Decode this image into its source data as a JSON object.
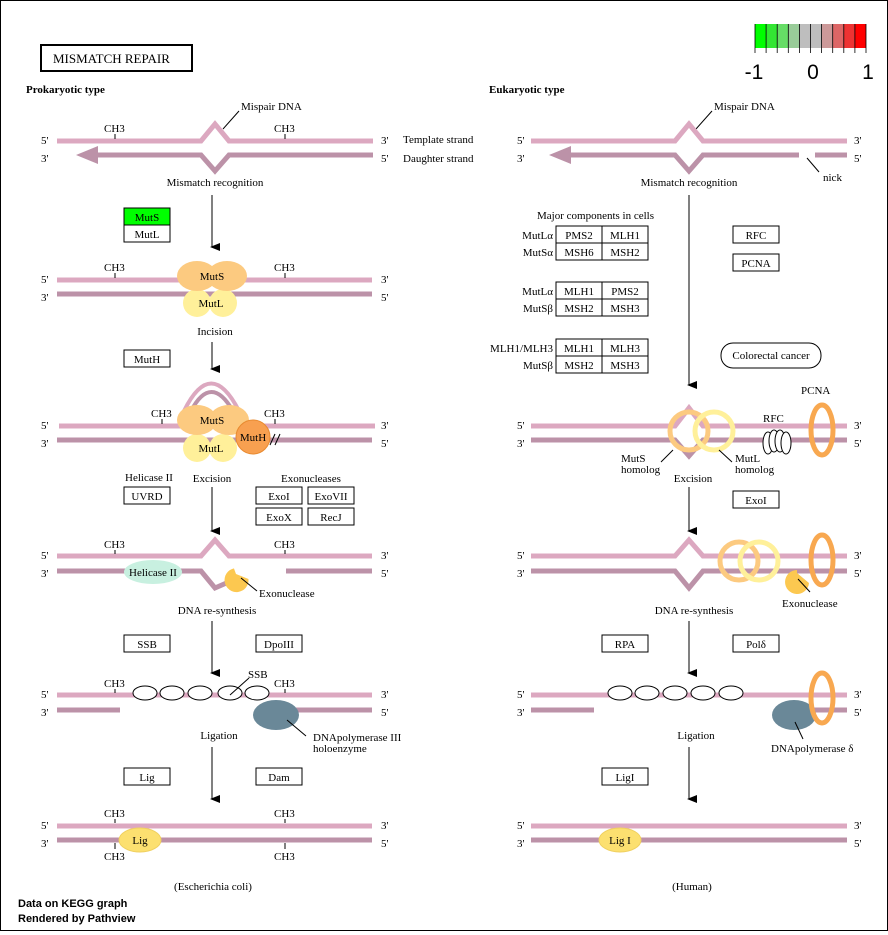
{
  "title": "MISMATCH  REPAIR",
  "legend": {
    "min_label": "-1",
    "mid_label": "0",
    "max_label": "1",
    "colors": [
      "#00ff00",
      "#33e633",
      "#66dd66",
      "#99cc99",
      "#bebebe",
      "#bebebe",
      "#cc9999",
      "#dd6666",
      "#ee3333",
      "#ff0000"
    ]
  },
  "colors": {
    "template_strand": "#dca8c0",
    "daughter_strand": "#bc92a8",
    "muts_protein": "#fcca80",
    "mutl_protein": "#fff09a",
    "muth_protein": "#f8a050",
    "helicase": "#c8f0e0",
    "exonuclease": "#fcc850",
    "polymerase": "#6a8898",
    "ligase": "#fce070",
    "pcna_ring": "#f8a850",
    "gene_up": "#00ff00"
  },
  "footer": {
    "line1": "Data on KEGG graph",
    "line2": "Rendered by Pathview"
  },
  "prokaryotic": {
    "heading": "Prokaryotic type",
    "mispair_label": "Mispair DNA",
    "template_strand": "Template strand",
    "daughter_strand": "Daughter strand",
    "five_prime": "5'",
    "three_prime": "3'",
    "ch3": "CH3",
    "steps": {
      "recognition": "Mismatch recognition",
      "incision": "Incision",
      "excision": "Excision",
      "resynthesis": "DNA re-synthesis",
      "ligation": "Ligation"
    },
    "genes": {
      "muts": "MutS",
      "mutl": "MutL",
      "muth": "MutH",
      "uvrd": "UVRD",
      "exoi": "ExoI",
      "exovii": "ExoVII",
      "exox": "ExoX",
      "recj": "RecJ",
      "ssb": "SSB",
      "dpoiii": "DpoIII",
      "lig": "Lig",
      "dam": "Dam"
    },
    "group_labels": {
      "helicase_ii": "Helicase II",
      "exonucleases": "Exonucleases"
    },
    "shapes": {
      "muts": "MutS",
      "mutl": "MutL",
      "muth": "MutH",
      "helicase": "Helicase II",
      "exonuclease": "Exonuclease",
      "ssb": "SSB",
      "polymerase_line1": "DNApolymerase III",
      "polymerase_line2": "holoenzyme",
      "lig": "Lig"
    },
    "organism": "(Escherichia coli)"
  },
  "eukaryotic": {
    "heading": "Eukaryotic type",
    "mispair_label": "Mispair DNA",
    "nick": "nick",
    "five_prime": "5'",
    "three_prime": "3'",
    "steps": {
      "recognition": "Mismatch recognition",
      "excision": "Excision",
      "resynthesis": "DNA re-synthesis",
      "ligation": "Ligation"
    },
    "components_title": "Major components in cells",
    "complexes": [
      {
        "row1_label": "MutLα",
        "row1": [
          "PMS2",
          "MLH1"
        ],
        "row2_label": "MutSα",
        "row2": [
          "MSH6",
          "MSH2"
        ]
      },
      {
        "row1_label": "MutLα",
        "row1": [
          "MLH1",
          "PMS2"
        ],
        "row2_label": "MutSβ",
        "row2": [
          "MSH2",
          "MSH3"
        ]
      },
      {
        "row1_label": "MLH1/MLH3",
        "row1": [
          "MLH1",
          "MLH3"
        ],
        "row2_label": "MutSβ",
        "row2": [
          "MSH2",
          "MSH3"
        ]
      }
    ],
    "genes": {
      "rfc": "RFC",
      "pcna": "PCNA",
      "exoi": "ExoI",
      "rpa": "RPA",
      "pold": "Polδ",
      "ligi": "LigI"
    },
    "disease": "Colorectal cancer",
    "shapes": {
      "pcna": "PCNA",
      "rfc": "RFC",
      "muts_homolog_1": "MutS",
      "muts_homolog_2": "homolog",
      "mutl_homolog_1": "MutL",
      "mutl_homolog_2": "homolog",
      "exonuclease": "Exonuclease",
      "polymerase": "DNApolymerase δ",
      "ligi": "Lig I"
    },
    "organism": "(Human)"
  }
}
